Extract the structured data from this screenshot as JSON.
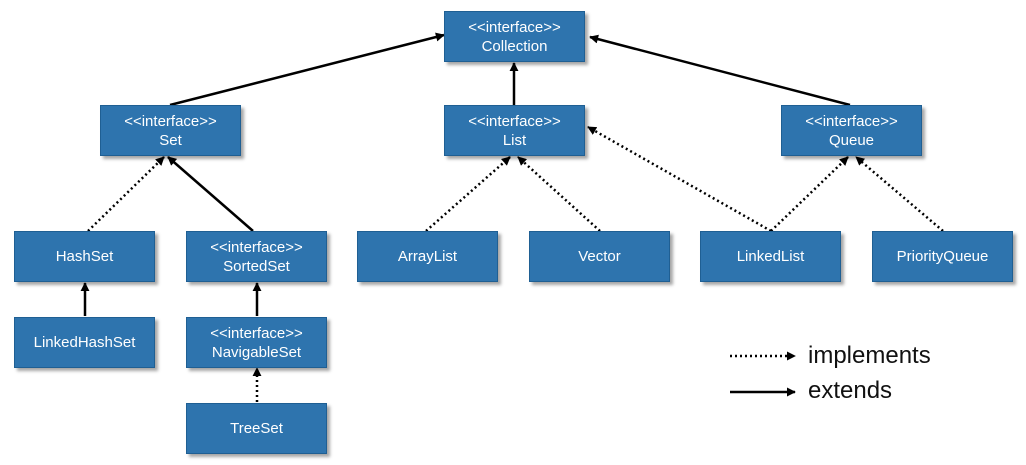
{
  "nodes": {
    "collection": {
      "stereotype": "<<interface>>",
      "name": "Collection"
    },
    "set": {
      "stereotype": "<<interface>>",
      "name": "Set"
    },
    "list": {
      "stereotype": "<<interface>>",
      "name": "List"
    },
    "queue": {
      "stereotype": "<<interface>>",
      "name": "Queue"
    },
    "hashset": {
      "name": "HashSet"
    },
    "sortedset": {
      "stereotype": "<<interface>>",
      "name": "SortedSet"
    },
    "arraylist": {
      "name": "ArrayList"
    },
    "vector": {
      "name": "Vector"
    },
    "linkedlist": {
      "name": "LinkedList"
    },
    "priorityqueue": {
      "name": "PriorityQueue"
    },
    "linkedhashset": {
      "name": "LinkedHashSet"
    },
    "navigableset": {
      "stereotype": "<<interface>>",
      "name": "NavigableSet"
    },
    "treeset": {
      "name": "TreeSet"
    }
  },
  "legend": {
    "implements": "implements",
    "extends": "extends"
  },
  "colors": {
    "node_fill": "#2e74ae",
    "node_text": "#ffffff",
    "edge": "#000000"
  }
}
